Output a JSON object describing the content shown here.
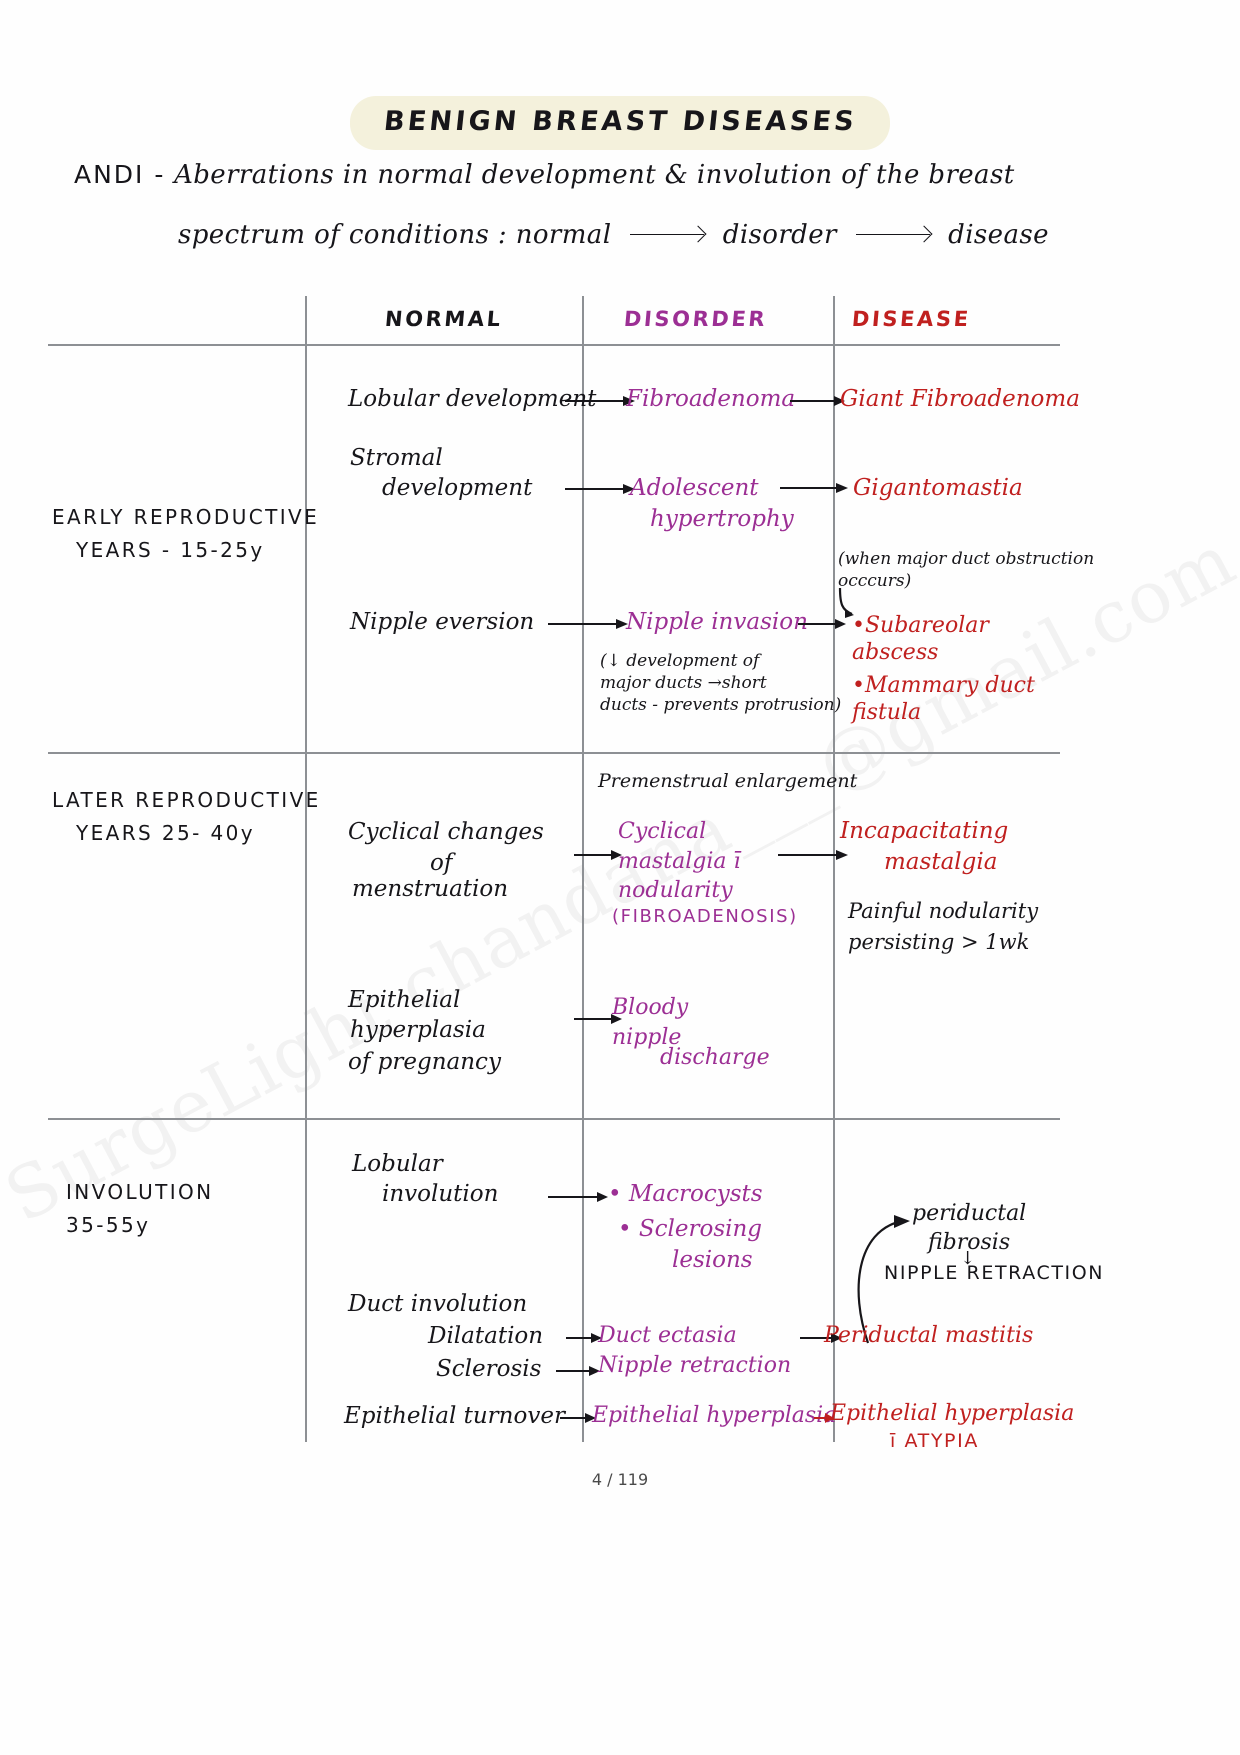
{
  "document": {
    "title": "BENIGN BREAST DISEASES",
    "watermark": "SurgeLight     chandana___@gmail.com",
    "page_footer": "4 / 119"
  },
  "intro": {
    "abbrev": "ANDI -",
    "line1": "Aberrations in normal development & involution of the breast",
    "line2_prefix": "spectrum of conditions :  normal",
    "line2_mid": "disorder",
    "line2_end": "disease"
  },
  "colors": {
    "normal_ink": "#17161a",
    "disorder_ink": "#9c2f94",
    "disease_ink": "#c0201f",
    "highlight": "#f4f1dc",
    "grid": "#8d9094"
  },
  "table": {
    "headers": {
      "stage": "",
      "normal": "NORMAL",
      "disorder": "DISORDER",
      "disease": "DISEASE"
    },
    "rows": [
      {
        "stage_line1": "EARLY  REPRODUCTIVE",
        "stage_line2": "YEARS  - 15-25y",
        "items": [
          {
            "normal": "Lobular development",
            "disorder": "Fibroadenoma",
            "disease": "Giant Fibroadenoma"
          },
          {
            "normal_line1": "Stromal",
            "normal_line2": "development",
            "disorder_line1": "Adolescent",
            "disorder_line2": "hypertrophy",
            "disease": "Gigantomastia"
          },
          {
            "normal": "Nipple eversion",
            "disorder": "Nipple invasion",
            "disorder_note": "(↓ development of\nmajor ducts →short\nducts - prevents protrusion)",
            "disease_note": "(when major duct obstruction\nocccurs)",
            "disease_bullets": [
              "•Subareolar\n   abscess",
              "•Mammary duct\n   fistula"
            ]
          }
        ]
      },
      {
        "stage_line1": "LATER  REPRODUCTIVE",
        "stage_line2": "YEARS    25- 40y",
        "items": [
          {
            "disorder_header": "Premenstrual enlargement",
            "normal_line1": "Cyclical changes",
            "normal_line2": "of",
            "normal_line3": "menstruation",
            "disorder_line1": "Cyclical",
            "disorder_line2": "mastalgia ī",
            "disorder_line3": "nodularity",
            "disorder_line4": "(FIBROADENOSIS)",
            "disease_line1": "Incapacitating",
            "disease_line2": "mastalgia",
            "disease_sub1": "Painful nodularity",
            "disease_sub2": "persisting > 1wk"
          },
          {
            "normal_line1": "Epithelial",
            "normal_line2": "hyperplasia",
            "normal_line3": "of pregnancy",
            "disorder_line1": "Bloody",
            "disorder_line2": "nipple",
            "disorder_line3": "discharge"
          }
        ]
      },
      {
        "stage_line1": "INVOLUTION",
        "stage_line2": "35-55y",
        "items": [
          {
            "normal_line1": "Lobular",
            "normal_line2": "involution",
            "disorder_b1": "• Macrocysts",
            "disorder_b2": "• Sclerosing",
            "disorder_b3": "lesions",
            "disease_line1": "periductal",
            "disease_line2": "fibrosis",
            "disease_arrow": "↓",
            "disease_line3": "NIPPLE RETRACTION"
          },
          {
            "normal_head": "Duct involution",
            "normal_sub1": "Dilatation",
            "disorder_sub1": "Duct ectasia",
            "disease_sub1": "Periductal mastitis",
            "normal_sub2": "Sclerosis",
            "disorder_sub2": "Nipple retraction"
          },
          {
            "normal": "Epithelial turnover",
            "disorder": "Epithelial hyperplasia",
            "disease_line1": "Epithelial hyperplasia",
            "disease_line2": "ī ATYPIA"
          }
        ]
      }
    ]
  }
}
